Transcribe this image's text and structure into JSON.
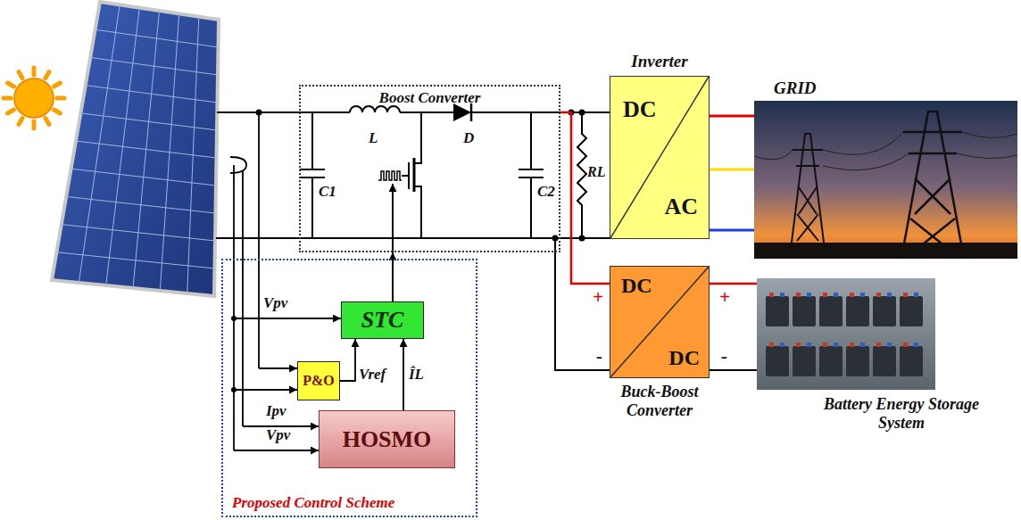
{
  "diagram": {
    "nodes": [
      {
        "text": [
          "Boost Converter"
        ]
      },
      {
        "text": [
          "Inverter",
          "DC",
          "AC"
        ]
      },
      {
        "text": [
          "GRID"
        ]
      },
      {
        "text": [
          "DC",
          "DC",
          "Buck-Boost Converter"
        ]
      },
      {
        "text": [
          "Battery Energy Storage System"
        ]
      },
      {
        "text": [
          "Proposed Control Scheme"
        ]
      },
      {
        "text": [
          "STC"
        ],
        "in": 5
      },
      {
        "text": [
          "P&O"
        ],
        "in": 5
      },
      {
        "text": [
          "HOSMO"
        ],
        "in": 5
      }
    ],
    "edges": [
      {
        "from": 6,
        "to": 0,
        "arrow": "to"
      },
      {
        "from": 7,
        "to": 6,
        "arrow": "to",
        "label": "Vref"
      },
      {
        "from": 8,
        "to": 6,
        "arrow": "to",
        "label": "ÎL"
      },
      {
        "from": 0,
        "to": 1,
        "arrow": "none"
      },
      {
        "from": 0,
        "to": 3,
        "arrow": "none"
      },
      {
        "from": 1,
        "to": 2,
        "arrow": "none"
      },
      {
        "from": 3,
        "to": 4,
        "arrow": "none"
      }
    ],
    "labels": [
      "L",
      "C1",
      "D",
      "C2",
      "RL",
      "Vpv",
      "Ipv",
      "Vpv",
      "+",
      "-",
      "+",
      "-"
    ]
  }
}
